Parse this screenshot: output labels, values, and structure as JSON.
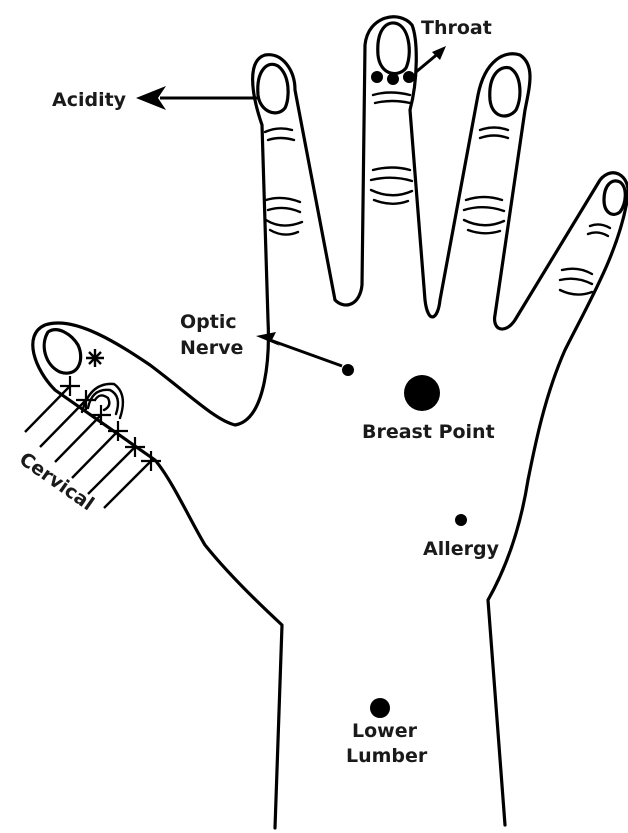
{
  "labels": {
    "throat": "Throat",
    "acidity": "Acidity",
    "optic_line1": "Optic",
    "optic_line2": "Nerve",
    "breast": "Breast Point",
    "allergy": "Allergy",
    "lumber_line1": "Lower",
    "lumber_line2": "Lumber",
    "cervical": "Cervical"
  },
  "colors": {
    "ink": "#000000",
    "background": "#ffffff"
  }
}
